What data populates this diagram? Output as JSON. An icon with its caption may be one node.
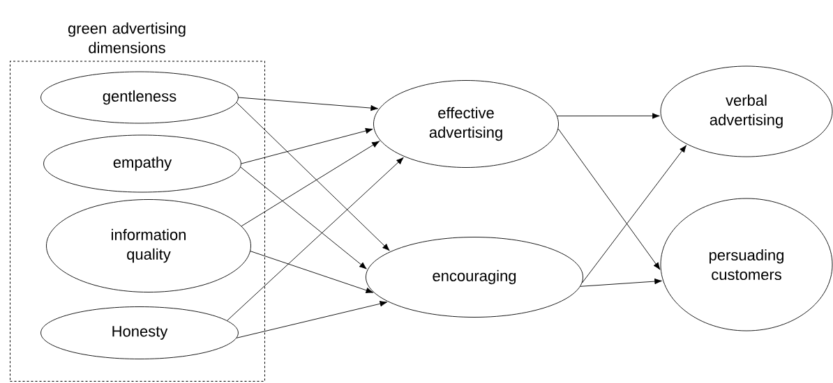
{
  "diagram": {
    "nodes": [
      {
        "text": [
          "green advertising dimensions"
        ]
      },
      {
        "text": [
          "gentleness"
        ],
        "in": 0
      },
      {
        "text": [
          "empathy"
        ],
        "in": 0
      },
      {
        "text": [
          "information quality"
        ],
        "in": 0
      },
      {
        "text": [
          "Honesty"
        ],
        "in": 0
      },
      {
        "text": [
          "effective advertising"
        ]
      },
      {
        "text": [
          "encouraging"
        ]
      },
      {
        "text": [
          "verbal advertising"
        ]
      },
      {
        "text": [
          "persuading customers"
        ]
      }
    ],
    "edges": [
      {
        "from": 1,
        "to": 5,
        "arrow": "to"
      },
      {
        "from": 1,
        "to": 6,
        "arrow": "to"
      },
      {
        "from": 2,
        "to": 5,
        "arrow": "to"
      },
      {
        "from": 2,
        "to": 6,
        "arrow": "to"
      },
      {
        "from": 3,
        "to": 5,
        "arrow": "to"
      },
      {
        "from": 3,
        "to": 6,
        "arrow": "to"
      },
      {
        "from": 4,
        "to": 5,
        "arrow": "to"
      },
      {
        "from": 4,
        "to": 6,
        "arrow": "to"
      },
      {
        "from": 5,
        "to": 7,
        "arrow": "to"
      },
      {
        "from": 5,
        "to": 8,
        "arrow": "to"
      },
      {
        "from": 6,
        "to": 7,
        "arrow": "to"
      },
      {
        "from": 6,
        "to": 8,
        "arrow": "to"
      }
    ]
  }
}
